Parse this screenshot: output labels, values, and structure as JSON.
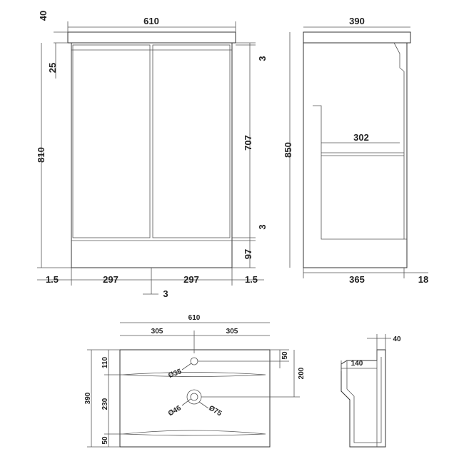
{
  "front_view": {
    "width": "610",
    "worktop_height": "40",
    "door_top_gap": "25",
    "overall_height": "810",
    "gap_top": "3",
    "door_height": "707",
    "gap_bottom": "3",
    "plinth_height": "97",
    "left_edge": "1.5",
    "door_left_width": "297",
    "door_right_width": "297",
    "right_edge": "1.5",
    "door_gap": "3"
  },
  "side_view": {
    "top_depth": "390",
    "overall_height": "850",
    "internal_depth": "302",
    "carcass_depth": "365",
    "door_thickness": "18"
  },
  "basin_plan": {
    "width": "610",
    "half_left": "305",
    "half_right": "305",
    "top_margin": "110",
    "overall_depth": "390",
    "center_distance": "230",
    "bottom_margin": "50",
    "tap_hole_dia": "Ø35",
    "tap_hole_offset": "50",
    "waste_distance": "200",
    "waste_inner_dia": "Ø46",
    "waste_outer_dia": "Ø75"
  },
  "basin_section": {
    "rim_thickness": "40",
    "bowl_depth": "140"
  }
}
